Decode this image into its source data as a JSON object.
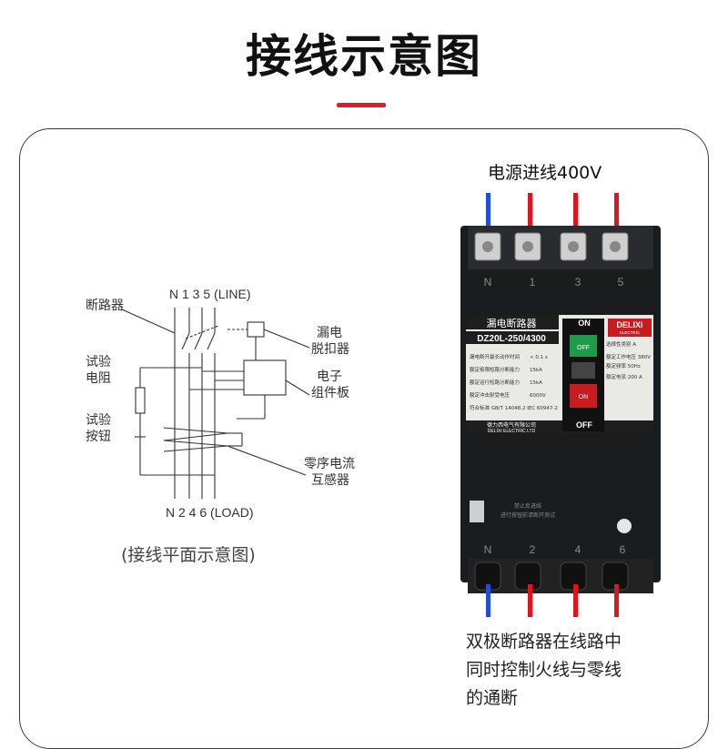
{
  "title": "接线示意图",
  "colors": {
    "accent": "#d8202a",
    "neutral_wire": "#1e4fd6",
    "live_wire": "#e0141c",
    "breaker_body": "#1b1c1e",
    "on_button": "#1f9a4a",
    "off_button": "#c91b22"
  },
  "schematic": {
    "top_terminals": "N 1 3 5 (LINE)",
    "bottom_terminals": "N 2 4 6 (LOAD)",
    "label_breaker": "断路器",
    "label_test_resistor": [
      "试验",
      "电阻"
    ],
    "label_test_button": [
      "试验",
      "按钮"
    ],
    "label_leakage_trip": [
      "漏电",
      "脱扣器"
    ],
    "label_electronic_board": [
      "电子",
      "组件板"
    ],
    "label_zero_sequence_ct": [
      "零序电流",
      "互感器"
    ],
    "caption": "(接线平面示意图)"
  },
  "device": {
    "source_label": "电源进线400V",
    "top_terminal_labels": [
      "N",
      "1",
      "3",
      "5"
    ],
    "bottom_terminal_labels": [
      "N",
      "2",
      "4",
      "6"
    ],
    "product_name": "漏电断路器",
    "model": "DZ20L-250/4300",
    "brand": "DELIXI",
    "brand_sub": "ELECTRIC",
    "on_label": "ON",
    "off_label": "OFF",
    "on_button_text": "OFF",
    "off_button_text": "ON",
    "spec_rows": [
      [
        "漏电断开最长动作时间",
        "< 0.1 s"
      ],
      [
        "额定极限短路分断能力",
        "15kA"
      ],
      [
        "额定运行短路分断能力",
        "15kA"
      ],
      [
        "额定冲击耐受电压",
        "6000V"
      ]
    ],
    "right_specs": [
      "选择性类别   A",
      "额定工作电压 380V",
      "额定频率     50Hz",
      "额定电流   200 A"
    ],
    "standards": "符合标准 GB/T 14048.2   IEC 60947-2",
    "maker_cn": "德力西电气有限公司",
    "maker_en": "DELIXI ELECTRIC LTD",
    "warning_line1": "禁止反进线",
    "warning_line2": "进行按钮前请断开测试"
  },
  "caption_right": [
    "双极断路器在线路中",
    "同时控制火线与零线",
    "的通断"
  ]
}
